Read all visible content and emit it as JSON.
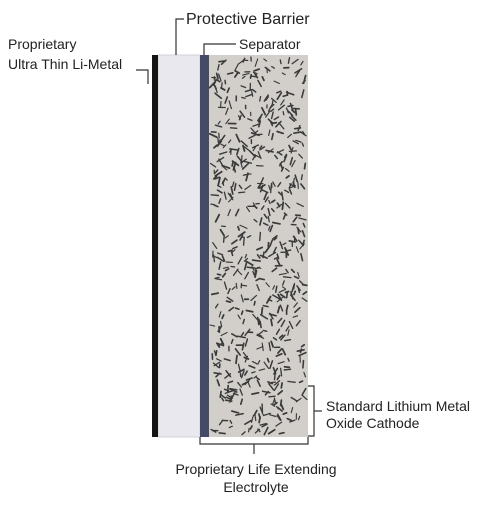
{
  "labels": {
    "anode_line1": "Proprietary",
    "anode_line2": "Ultra Thin Li-Metal",
    "barrier": "Protective Barrier",
    "separator": "Separator",
    "cathode_line1": "Standard Lithium Metal",
    "cathode_line2": "Oxide Cathode",
    "electrolyte_line1": "Proprietary Life Extending",
    "electrolyte_line2": "Electrolyte"
  },
  "colors": {
    "anode": "#141414",
    "barrier": "#e8e8ee",
    "separator": "#454a66",
    "cathode_matrix": "#d2cfcb",
    "cathode_grains": "#3a3a3a",
    "leader_lines": "#333333"
  }
}
